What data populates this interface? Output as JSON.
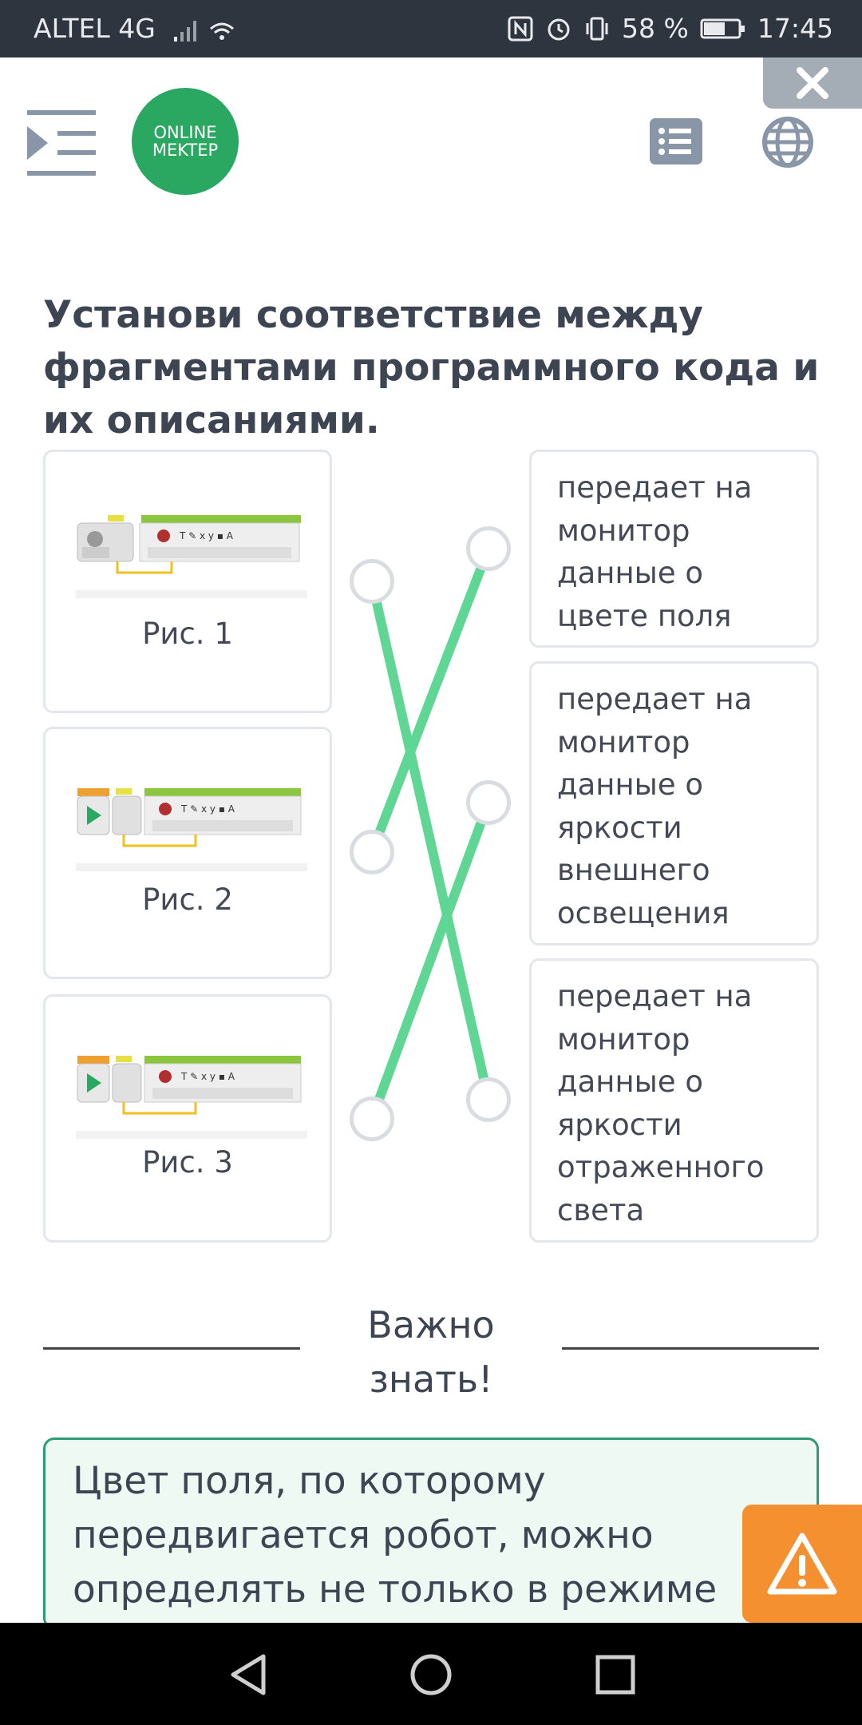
{
  "status_bar": {
    "carrier": "ALTEL 4G",
    "battery": "58 %",
    "time": "17:45",
    "icons": [
      "signal-icon",
      "wifi-icon",
      "nfc-icon",
      "alarm-icon",
      "vibrate-icon",
      "battery-icon"
    ]
  },
  "header": {
    "logo_line1": "ONLINE",
    "logo_line2": "MEKTEP",
    "icons": [
      "menu-toggle-icon",
      "list-icon",
      "globe-icon",
      "close-icon"
    ]
  },
  "question": "Установи соответствие между фрагментами программного кода и их описаниями.",
  "left_items": [
    {
      "label": "Рис. 1"
    },
    {
      "label": "Рис. 2"
    },
    {
      "label": "Рис. 3"
    }
  ],
  "right_items": [
    {
      "text": "передает на монитор данные о цвете поля"
    },
    {
      "text": "передает на монитор данные о яркости внешнего освещения"
    },
    {
      "text": "передает на монитор данные о яркости отраженного света"
    }
  ],
  "matches": [
    {
      "left": "Рис. 1",
      "right": "передает на монитор данные о яркости отраженного света"
    },
    {
      "left": "Рис. 2",
      "right": "передает на монитор данные о цвете поля"
    },
    {
      "left": "Рис. 3",
      "right": "передает на монитор данные о яркости внешнего освещения"
    }
  ],
  "colors": {
    "accent": "#5fd694",
    "status_bar": "#2f353f",
    "logo": "#2aa862",
    "warning": "#f4902f",
    "info_border": "#2a9d74"
  },
  "important": {
    "title": "Важно знать!",
    "text": "Цвет поля, по которому передвигается робот, можно определять не только в режиме"
  },
  "nav_bar": {
    "icons": [
      "back-icon",
      "home-icon",
      "recents-icon"
    ]
  }
}
